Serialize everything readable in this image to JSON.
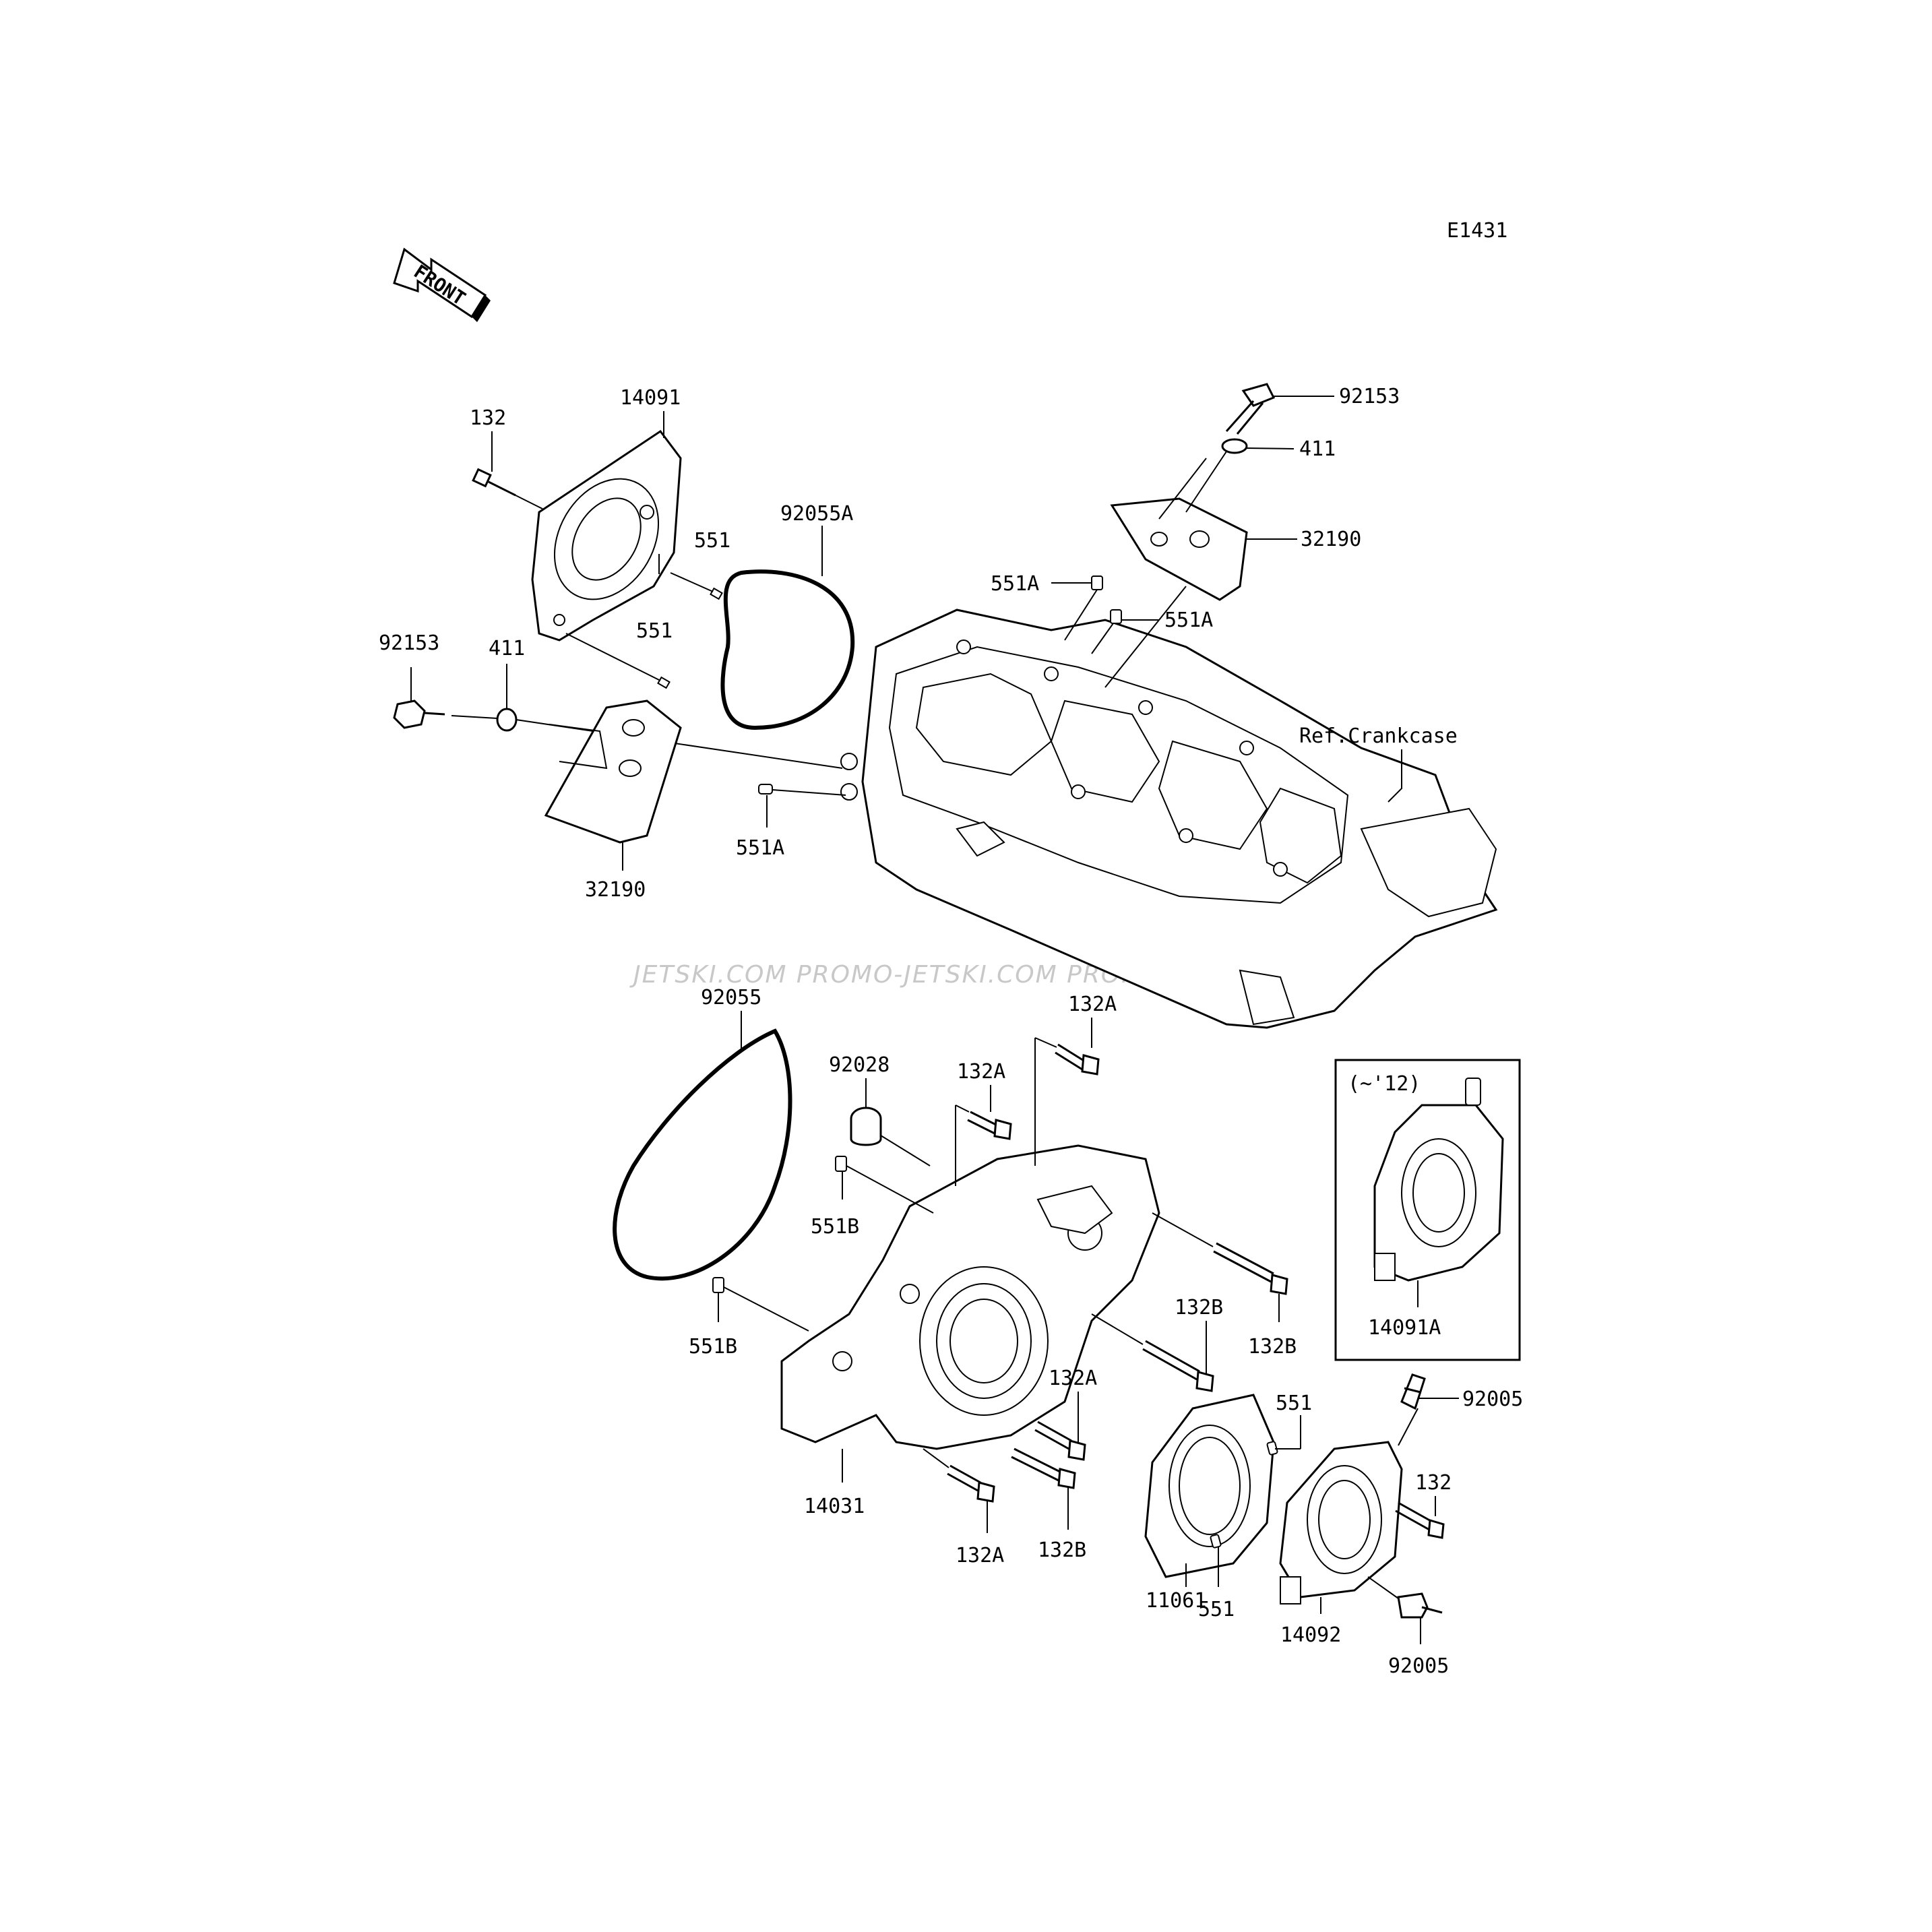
{
  "diagram_code": "E1431",
  "front_arrow_label": "FRONT",
  "reference_note": "Ref.Crankcase",
  "variant_box_label": "(~'12)",
  "watermark": "JETSKI.COM  PROMO-JETSKI.COM  PROMO-JETSKI.COM",
  "callouts": {
    "c_132_top": "132",
    "c_14091": "14091",
    "c_92055A": "92055A",
    "c_551_a": "551",
    "c_551_b": "551",
    "c_92153_left": "92153",
    "c_411_left": "411",
    "c_551A_left": "551A",
    "c_32190_left": "32190",
    "c_92153_top": "92153",
    "c_411_top": "411",
    "c_32190_top": "32190",
    "c_551A_mid1": "551A",
    "c_551A_mid2": "551A",
    "c_92055": "92055",
    "c_92028": "92028",
    "c_132A_a": "132A",
    "c_132A_b": "132A",
    "c_551B_a": "551B",
    "c_551B_b": "551B",
    "c_132B_a": "132B",
    "c_132B_b": "132B",
    "c_132A_c": "132A",
    "c_14031": "14031",
    "c_132A_d": "132A",
    "c_132B_c": "132B",
    "c_14091A": "14091A",
    "c_551_c": "551",
    "c_92005_top": "92005",
    "c_132_right": "132",
    "c_11061": "11061",
    "c_551_d": "551",
    "c_14092": "14092",
    "c_92005_bottom": "92005"
  }
}
